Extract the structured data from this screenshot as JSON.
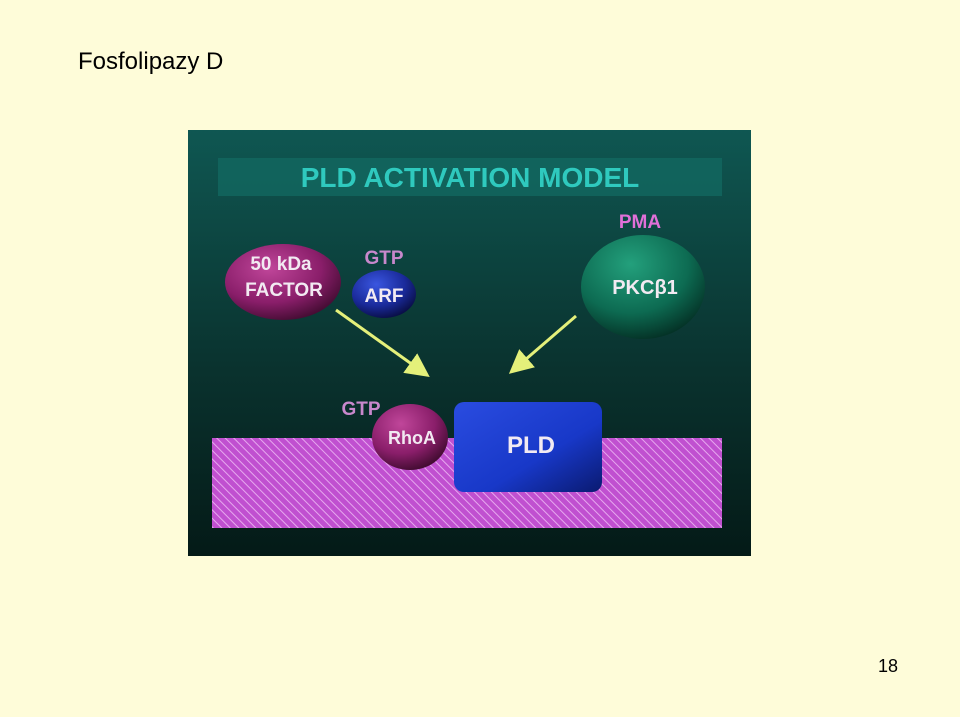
{
  "slide": {
    "title": "Fosfolipazy D",
    "page_number": "18"
  },
  "diagram": {
    "heading": "PLD ACTIVATION MODEL",
    "nodes": {
      "factor_line1": "50 kDa",
      "factor_line2": "FACTOR",
      "arf_gtp": "GTP",
      "arf": "ARF",
      "pma": "PMA",
      "pkc": "PKCβ1",
      "rhoa_gtp": "GTP",
      "rhoa": "RhoA",
      "pld": "PLD"
    },
    "colors": {
      "background_top": "#0f5752",
      "background_bottom": "#041a17",
      "heading_text": "#2fc9be",
      "label_text": "#f2eaf2",
      "gtp_text": "#c888cc",
      "pma_text": "#e070d8",
      "factor_fill": "#8a1e6a",
      "arf_fill": "#1a2a9a",
      "pkc_fill": "#0d6b52",
      "rhoa_fill": "#8a1e6a",
      "pld_fill": "#1838c8",
      "membrane": "#c050d0",
      "arrow": "#e4f07a"
    }
  }
}
